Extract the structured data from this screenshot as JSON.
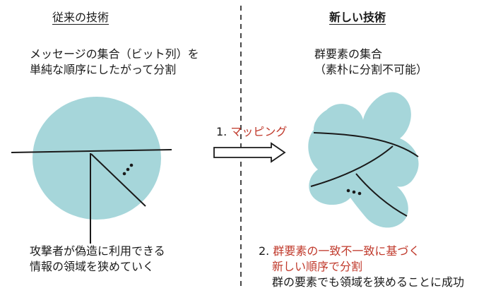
{
  "left": {
    "heading": "従来の技術",
    "desc_line1": "メッセージの集合（ビット列）を",
    "desc_line2": "単純な順序にしたがって分割",
    "caption_line1": "攻撃者が偽造に利用できる",
    "caption_line2": "情報の領域を狭めていく"
  },
  "right": {
    "heading": "新しい技術",
    "desc_line1": "群要素の集合",
    "desc_line2": "（素朴に分割不可能）",
    "step2_num": "2.",
    "step2_line1": "群要素の一致不一致に基づく",
    "step2_line2": "新しい順序で分割",
    "step2_line3": "群の要素でも領域を狭めることに成功"
  },
  "middle": {
    "step1_num": "1.",
    "step1_label": "マッピング"
  },
  "colors": {
    "fill": "#a6d6da",
    "accent_red": "#c0392b",
    "line": "#1a1a1a"
  }
}
